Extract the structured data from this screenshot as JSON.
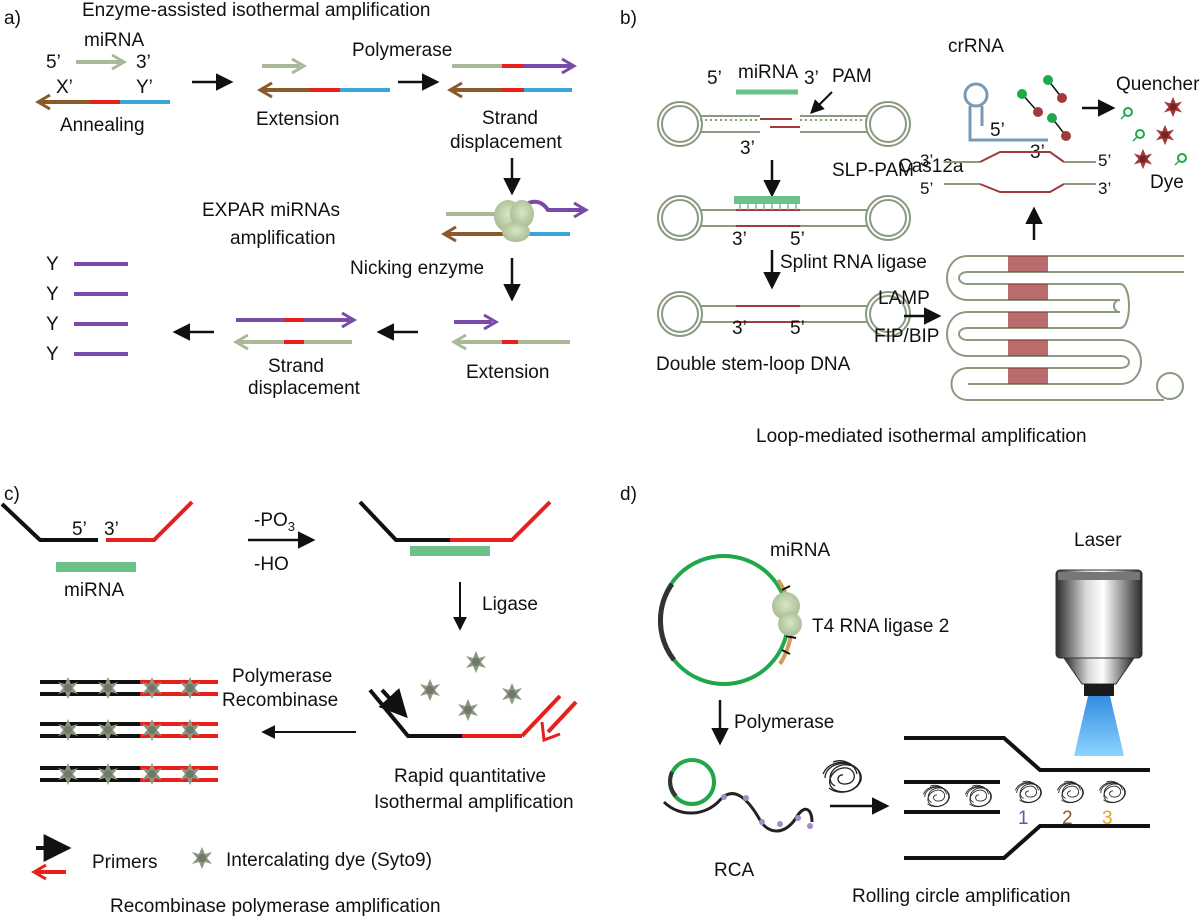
{
  "colors": {
    "grayGreen": "#a9b898",
    "brown": "#8b5a2b",
    "red": "#e8201c",
    "blue": "#3aa5d8",
    "purple": "#7a4aa8",
    "green": "#6cc08a",
    "darkRed": "#a33a3a",
    "loopGray": "#8a9a80",
    "circleGreen": "#1fa84a",
    "tan": "#d09a5a",
    "orange": "#e6a21c"
  },
  "panelA": {
    "label": "a)",
    "title": "Enzyme-assisted isothermal amplification",
    "miRNA": "miRNA",
    "five": "5’",
    "three": "3’",
    "xPrime": "X’",
    "yPrime": "Y’",
    "annealing": "Annealing",
    "extension1": "Extension",
    "polymerase": "Polymerase",
    "strandDisp1a": "Strand",
    "strandDisp1b": "displacement",
    "expar1": "EXPAR miRNAs",
    "expar2": "amplification",
    "nicking": "Nicking enzyme",
    "extension2": "Extension",
    "strandDisp2a": "Strand",
    "strandDisp2b": "displacement",
    "yLabels": [
      "Y",
      "Y",
      "Y",
      "Y"
    ]
  },
  "panelB": {
    "label": "b)",
    "miRNA": "miRNA",
    "five": "5’",
    "three": "3’",
    "pam": "PAM",
    "slpPam": "SLP-PAM",
    "splint": "Splint RNA ligase",
    "lamp": "LAMP",
    "fipBip": "FIP/BIP",
    "doubleStem": "Double stem-loop DNA",
    "crRNA": "crRNA",
    "cas12a": "Cas12a",
    "quencher": "Quencher",
    "dye": "Dye",
    "caption": "Loop-mediated isothermal amplification"
  },
  "panelC": {
    "label": "c)",
    "five": "5’",
    "three": "3’",
    "miRNA": "miRNA",
    "po3": "-PO",
    "po3sub": "3",
    "ho": "-HO",
    "ligase": "Ligase",
    "polymerase": "Polymerase",
    "recombinase": "Recombinase",
    "rapid1": "Rapid quantitative",
    "rapid2": "Isothermal amplification",
    "primers": "Primers",
    "intercalating": "Intercalating dye (Syto9)",
    "caption": "Recombinase polymerase amplification"
  },
  "panelD": {
    "label": "d)",
    "miRNA": "miRNA",
    "t4": "T4 RNA ligase 2",
    "laser": "Laser",
    "polymerase": "Polymerase",
    "rca": "RCA",
    "n1": "1",
    "n2": "2",
    "n3": "3",
    "caption": "Rolling circle amplification"
  }
}
